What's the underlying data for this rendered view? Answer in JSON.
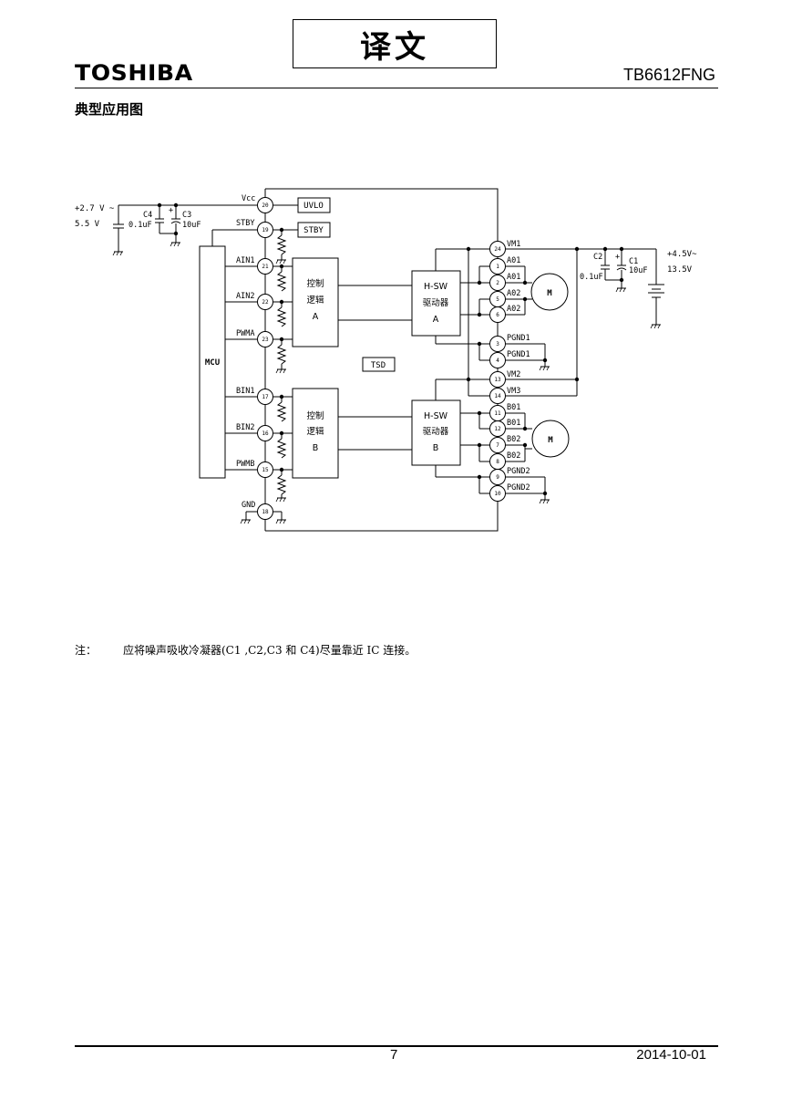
{
  "header": {
    "stamp": "译文",
    "brand": "TOSHIBA",
    "model": "TB6612FNG"
  },
  "section_title": "典型应用图",
  "diagram": {
    "vcc_supply": "+2.7 V ~",
    "vcc_supply_2": "5.5 V",
    "vm_supply": "+4.5V~",
    "vm_supply_2": "13.5V",
    "c4": "C4",
    "c4_val": "0.1uF",
    "c3": "C3",
    "c3_val": "10uF",
    "c2": "C2",
    "c2_val": "0.1uF",
    "c1": "C1",
    "c1_val": "10uF",
    "plus": "+",
    "mcu": "MCU",
    "uvlo": "UVLO",
    "stby_block": "STBY",
    "tsd": "TSD",
    "ctrl_line1": "控制",
    "ctrl_line2": "逻辑",
    "ctrl_a": "A",
    "ctrl_b": "B",
    "hsw": "H-SW",
    "hsw_line2": "驱动器",
    "motor": "M",
    "vcc": "Vcc",
    "stby": "STBY",
    "ain1": "AIN1",
    "ain2": "AIN2",
    "pwma": "PWMA",
    "bin1": "BIN1",
    "bin2": "BIN2",
    "pwmb": "PWMB",
    "gnd": "GND",
    "vm1": "VM1",
    "a01": "A01",
    "a02": "A02",
    "pgnd1": "PGND1",
    "vm2": "VM2",
    "vm3": "VM3",
    "b01": "B01",
    "b02": "B02",
    "pgnd2": "PGND2",
    "pins": {
      "p20": "20",
      "p19": "19",
      "p21": "21",
      "p22": "22",
      "p23": "23",
      "p17": "17",
      "p16": "16",
      "p15": "15",
      "p18": "18",
      "p24": "24",
      "p1": "1",
      "p2": "2",
      "p5": "5",
      "p6": "6",
      "p3": "3",
      "p4": "4",
      "p13": "13",
      "p14": "14",
      "p11": "11",
      "p12": "12",
      "p7": "7",
      "p8": "8",
      "p9": "9",
      "p10": "10"
    }
  },
  "note": {
    "label": "注：",
    "text": "应将噪声吸收冷凝器(C1 ,C2,C3  和 C4)尽量靠近 IC 连接。"
  },
  "footer": {
    "page": "7",
    "date": "2014-10-01"
  }
}
